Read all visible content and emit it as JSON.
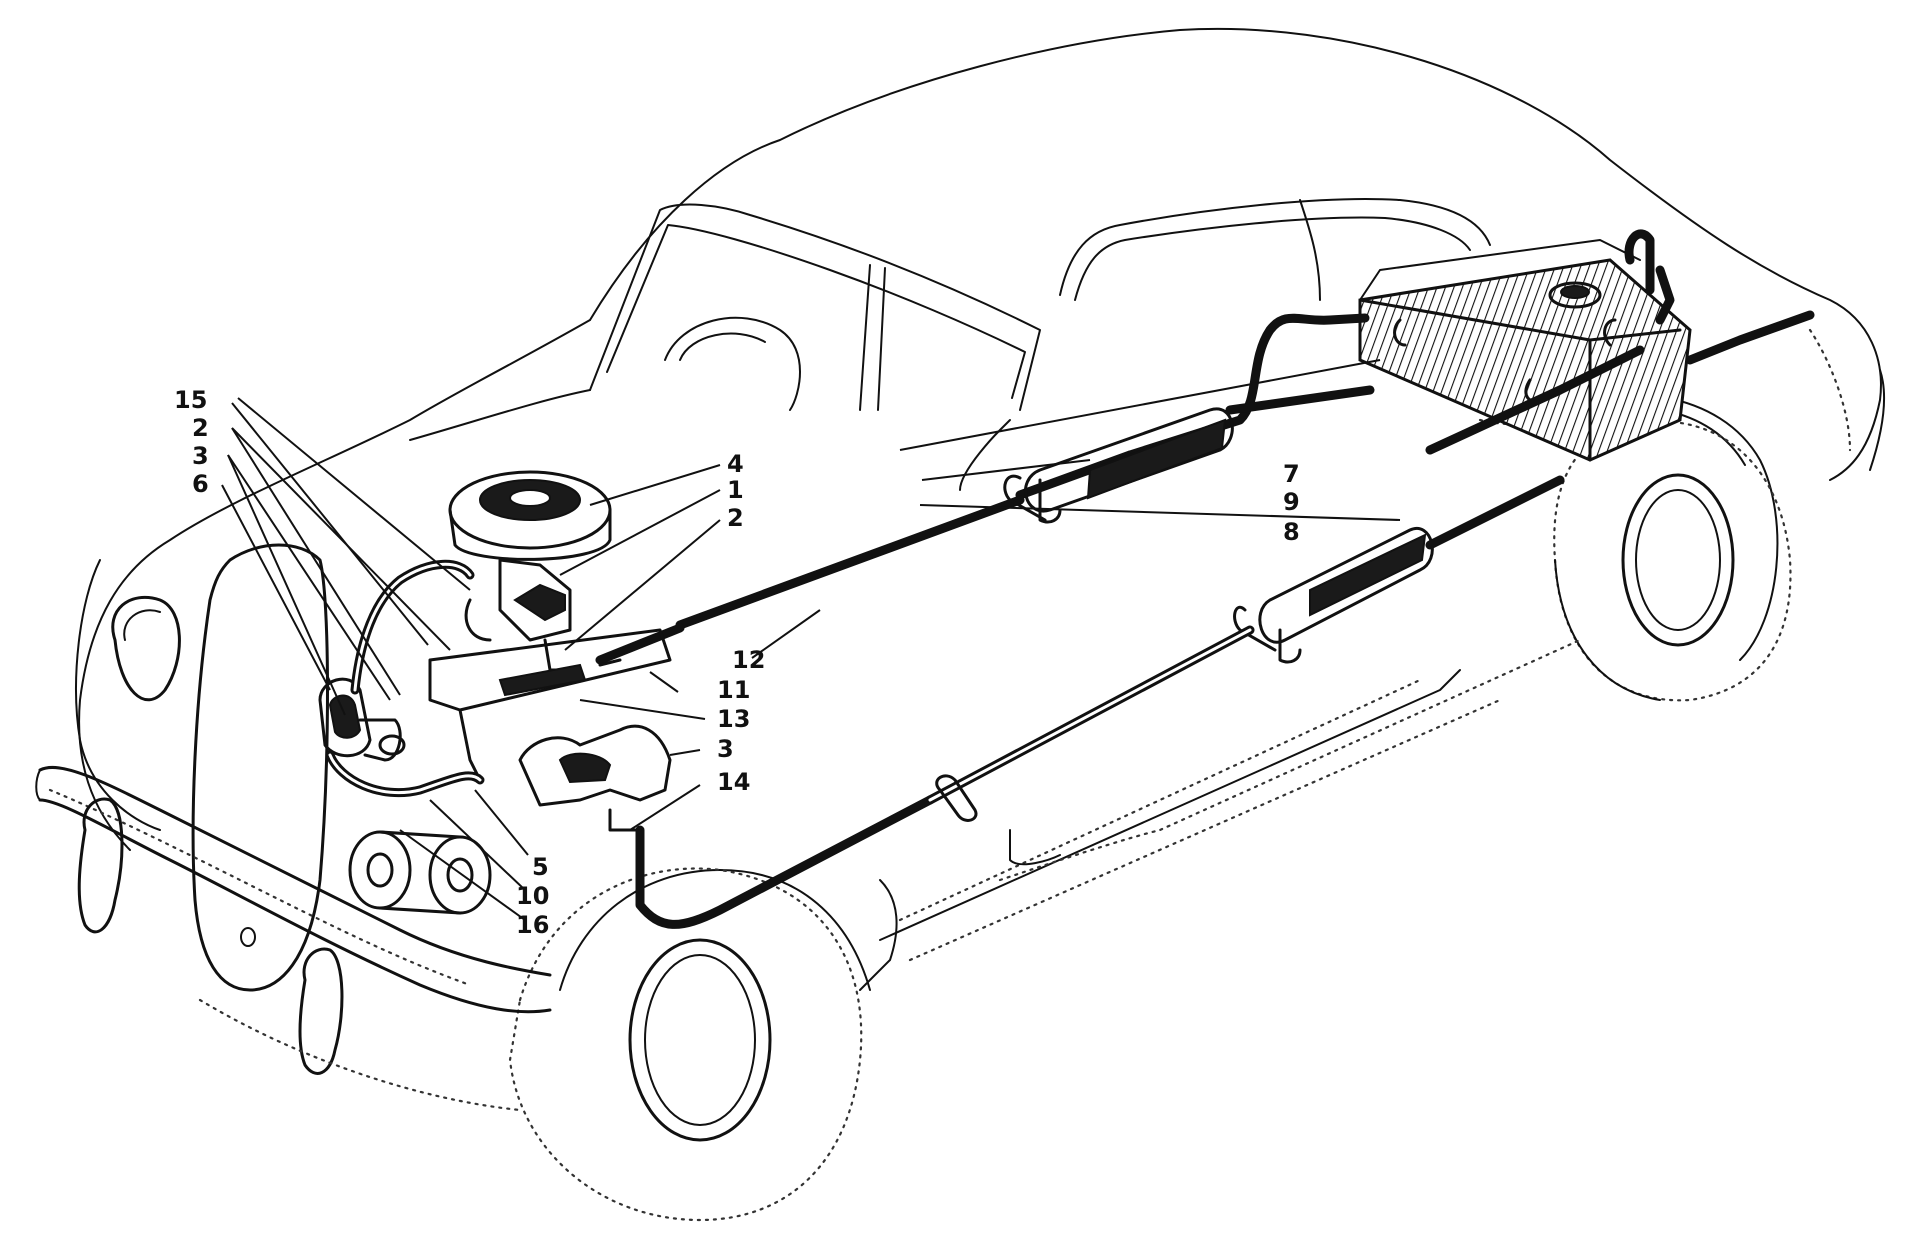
{
  "callouts": [
    {
      "id": "c15",
      "text": "15"
    },
    {
      "id": "c2a",
      "text": "2"
    },
    {
      "id": "c3a",
      "text": "3"
    },
    {
      "id": "c6",
      "text": "6"
    },
    {
      "id": "c4",
      "text": "4"
    },
    {
      "id": "c1",
      "text": "1"
    },
    {
      "id": "c2b",
      "text": "2"
    },
    {
      "id": "c7",
      "text": "7"
    },
    {
      "id": "c9",
      "text": "9"
    },
    {
      "id": "c8",
      "text": "8"
    },
    {
      "id": "c12",
      "text": "12"
    },
    {
      "id": "c11",
      "text": "11"
    },
    {
      "id": "c13",
      "text": "13"
    },
    {
      "id": "c3b",
      "text": "3"
    },
    {
      "id": "c14",
      "text": "14"
    },
    {
      "id": "c5",
      "text": "5"
    },
    {
      "id": "c10",
      "text": "10"
    },
    {
      "id": "c16",
      "text": "16"
    }
  ]
}
